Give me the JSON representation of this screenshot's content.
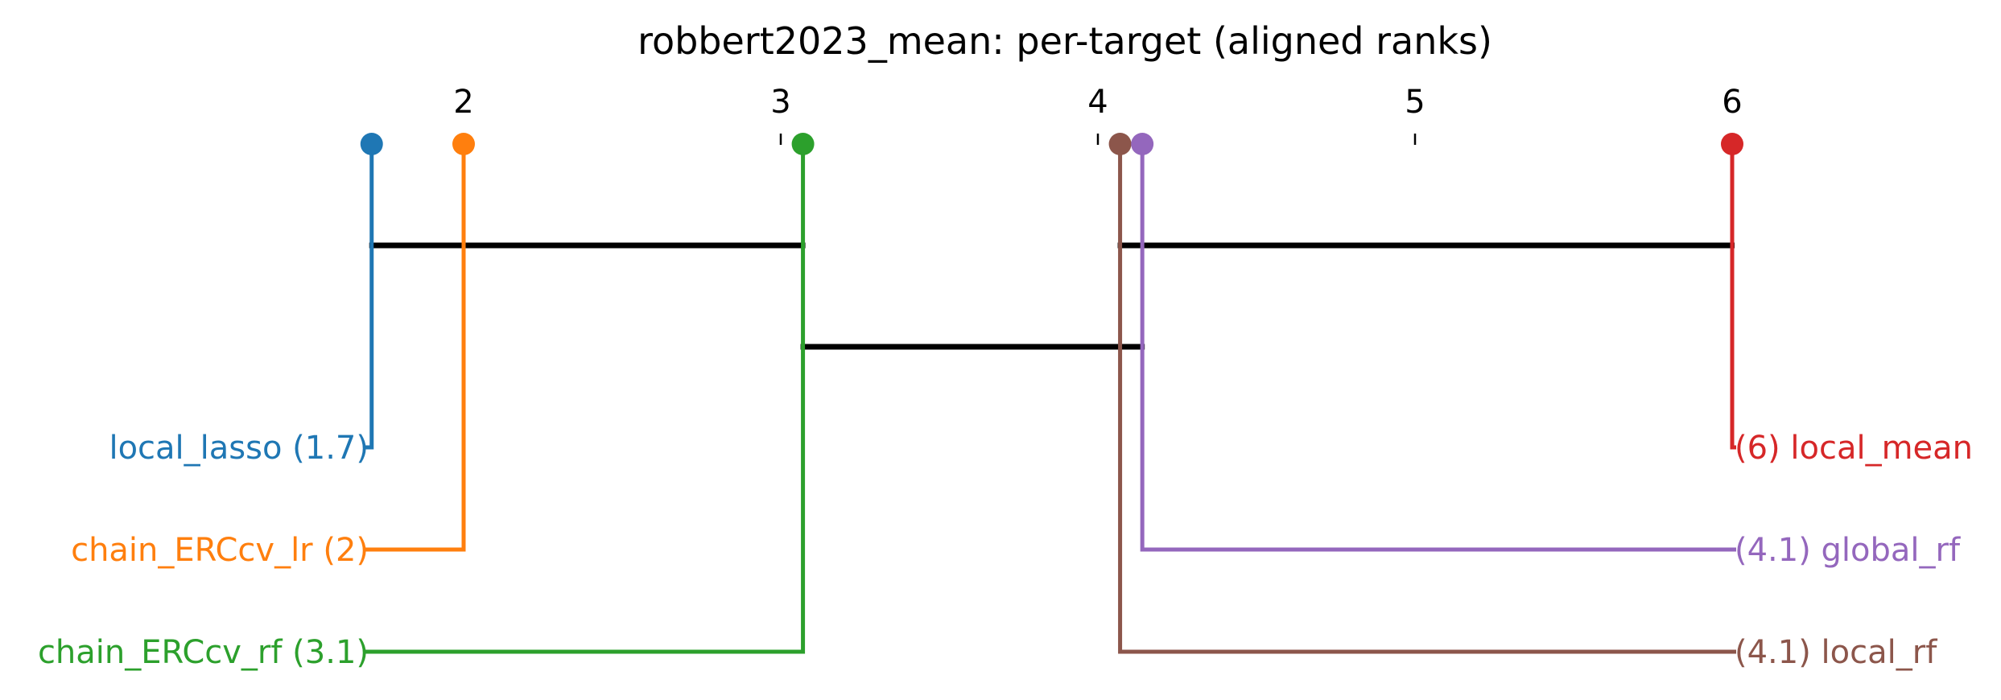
{
  "chart_data": {
    "type": "critical-difference",
    "title": "robbert2023_mean: per-target (aligned ranks)",
    "axis": {
      "ticks": [
        "2",
        "3",
        "4",
        "5",
        "6"
      ],
      "tick_values": [
        2,
        3,
        4,
        5,
        6
      ],
      "range": [
        1.71,
        6
      ]
    },
    "methods": [
      {
        "name": "local_lasso",
        "rank": 1.71,
        "label": "local_lasso (1.7)",
        "color": "#1f77b4",
        "side": "left"
      },
      {
        "name": "chain_ERCcv_lr",
        "rank": 2.0,
        "label": "chain_ERCcv_lr (2)",
        "color": "#ff7f0e",
        "side": "left"
      },
      {
        "name": "chain_ERCcv_rf",
        "rank": 3.07,
        "label": "chain_ERCcv_rf (3.1)",
        "color": "#2ca02c",
        "side": "left"
      },
      {
        "name": "local_rf",
        "rank": 4.07,
        "label": "(4.1) local_rf",
        "color": "#8c564b",
        "side": "right"
      },
      {
        "name": "global_rf",
        "rank": 4.14,
        "label": "(4.1) global_rf",
        "color": "#9467bd",
        "side": "right"
      },
      {
        "name": "local_mean",
        "rank": 6.0,
        "label": "(6) local_mean",
        "color": "#d62728",
        "side": "right"
      }
    ],
    "cliques": [
      [
        1.71,
        3.07
      ],
      [
        4.07,
        6.0
      ],
      [
        3.07,
        4.14
      ]
    ]
  }
}
